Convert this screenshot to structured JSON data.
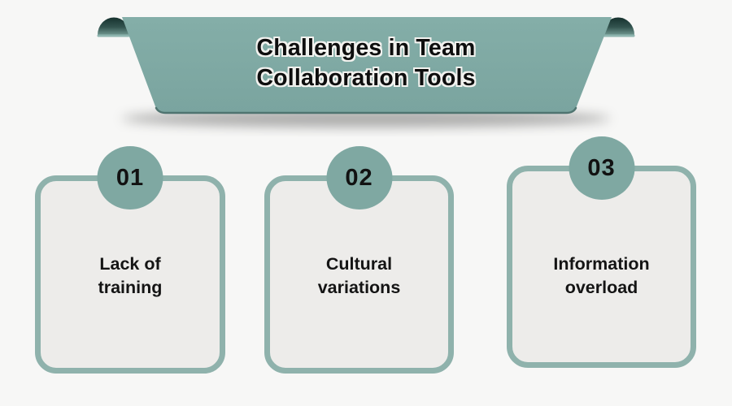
{
  "banner": {
    "title": "Challenges in Team\nCollaboration Tools"
  },
  "cards": [
    {
      "number": "01",
      "label": "Lack of\ntraining"
    },
    {
      "number": "02",
      "label": "Cultural\nvariations"
    },
    {
      "number": "03",
      "label": "Information\noverload"
    }
  ],
  "colors": {
    "banner_teal": "#7FABA5",
    "banner_curl_dark": "#1B3734",
    "banner_bottom_edge": "#4F7470",
    "circle_fill": "#7FA8A2",
    "card_border": "#8FB2AC",
    "card_fill": "#EDECEA",
    "background": "#F7F7F6",
    "text": "#121212",
    "title_outline": "#F2F2EF"
  }
}
